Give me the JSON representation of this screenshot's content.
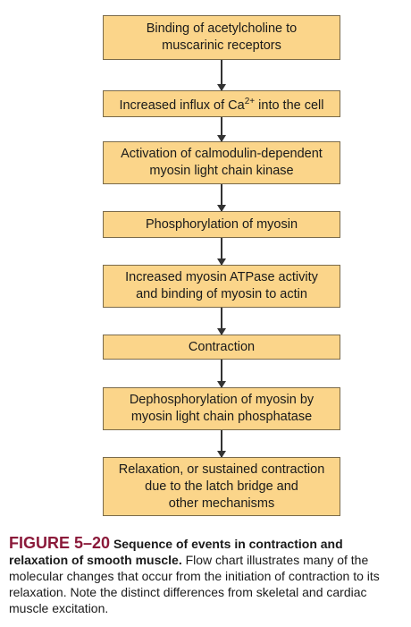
{
  "flowchart": {
    "steps": [
      {
        "lines": [
          "Binding of acetylcholine to",
          "muscarinic receptors"
        ]
      },
      {
        "lines": [
          "Increased influx of Ca",
          "2+",
          " into the cell"
        ]
      },
      {
        "lines": [
          "Activation of calmodulin-dependent",
          "myosin light chain kinase"
        ]
      },
      {
        "lines": [
          "Phosphorylation of myosin"
        ]
      },
      {
        "lines": [
          "Increased myosin ATPase activity",
          "and binding of myosin to actin"
        ]
      },
      {
        "lines": [
          "Contraction"
        ]
      },
      {
        "lines": [
          "Dephosphorylation of myosin by",
          "myosin light chain phosphatase"
        ]
      },
      {
        "lines": [
          "Relaxation, or sustained contraction",
          "due to the latch bridge and",
          "other mechanisms"
        ]
      }
    ]
  },
  "caption": {
    "figure_label": "FIGURE 5–20",
    "title": "Sequence of events in contraction and relaxation of smooth muscle.",
    "body": "Flow chart illustrates many of the molecular changes that occur from the initiation of contraction to its relaxation. Note the distinct differences from skeletal and cardiac muscle excitation."
  },
  "colors": {
    "box_fill": "#fbd58a",
    "figure_label": "#8b1a3a"
  }
}
